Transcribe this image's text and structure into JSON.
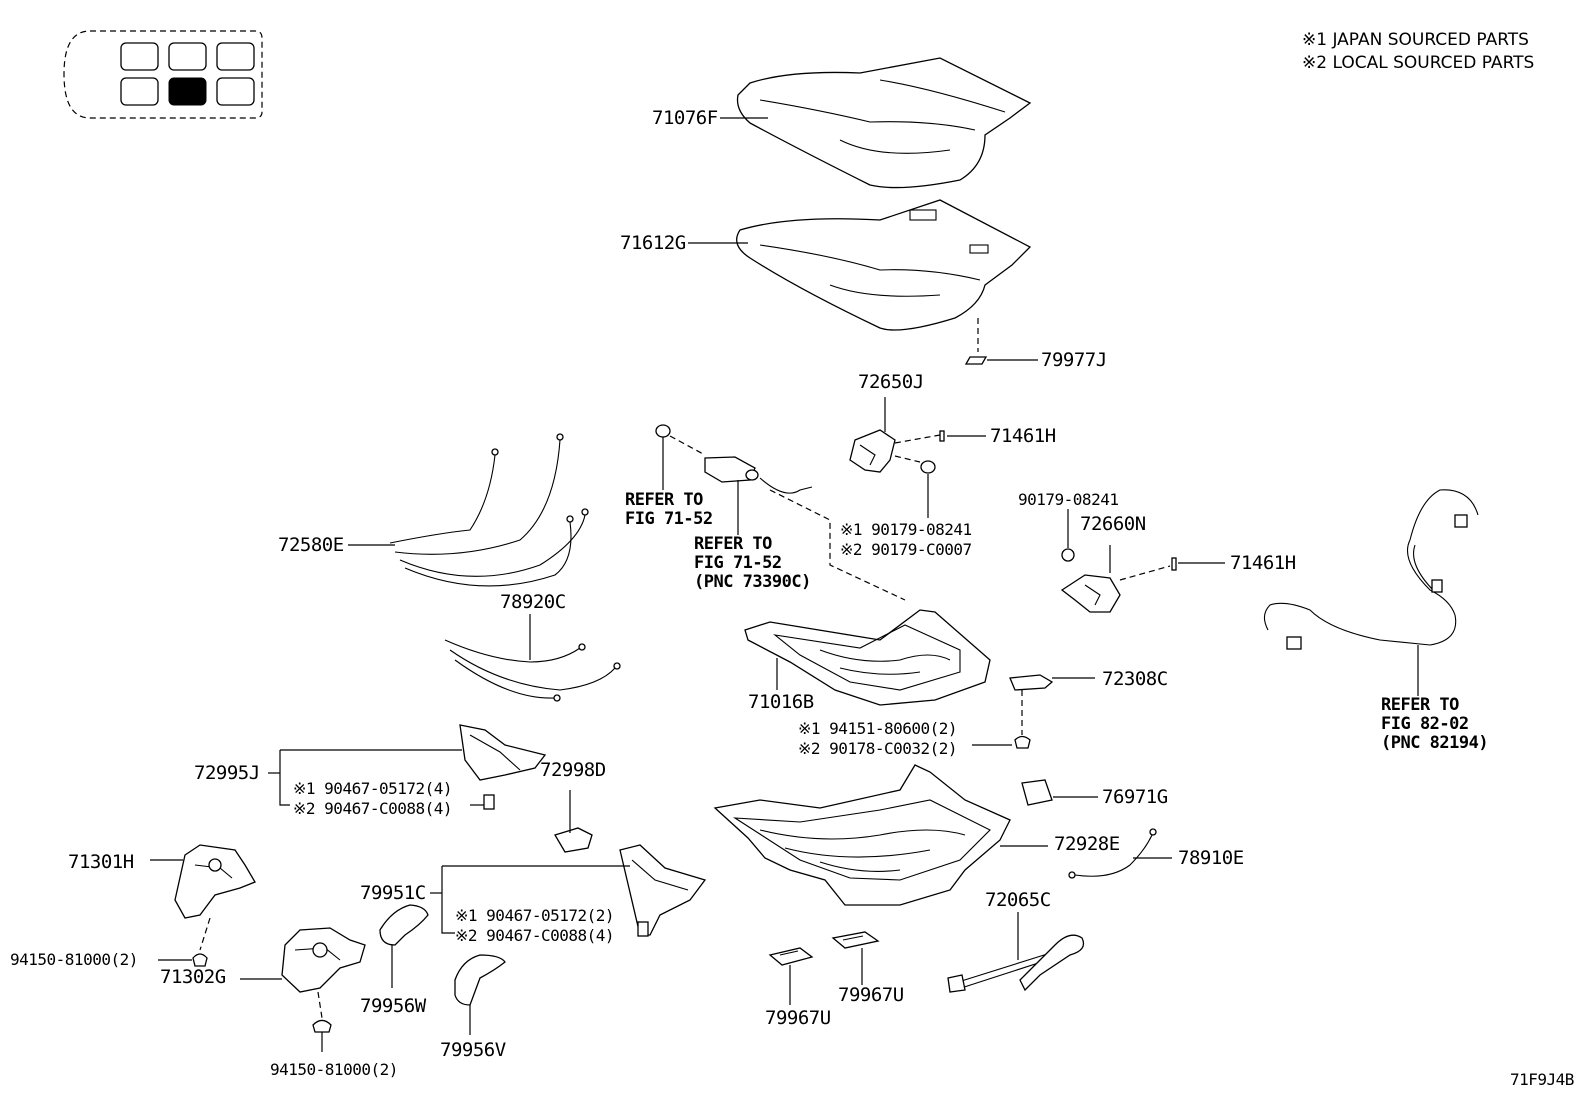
{
  "notes": {
    "line1": "※1 JAPAN SOURCED PARTS",
    "line2": "※2 LOCAL SOURCED PARTS"
  },
  "figure_code": "71F9J4B",
  "labels": {
    "p71076F": "71076F",
    "p71612G": "71612G",
    "p79977J": "79977J",
    "p72650J": "72650J",
    "p71461H_a": "71461H",
    "p71461H_b": "71461H",
    "p90179_08241": "90179-08241",
    "p72660N": "72660N",
    "p72580E": "72580E",
    "ref_fig_71_52_a": "REFER TO\nFIG 71-52",
    "ref_fig_71_52_b": "REFER TO\nFIG 71-52\n(PNC 73390C)",
    "bolt_pair_a": "※1 90179-08241\n※2 90179-C0007",
    "p78920C": "78920C",
    "p71016B": "71016B",
    "p72308C": "72308C",
    "ref_fig_82_02": "REFER TO\nFIG 82-02\n(PNC 82194)",
    "nut_pair": "※1 94151-80600(2)\n※2 90178-C0032(2)",
    "p72995J": "72995J",
    "clip_pair_a": "※1 90467-05172(4)\n※2 90467-C0088(4)",
    "p72998D": "72998D",
    "p76971G": "76971G",
    "p72928E": "72928E",
    "p78910E": "78910E",
    "p71301H": "71301H",
    "p94150_a": "94150-81000(2)",
    "p71302G": "71302G",
    "p94150_b": "94150-81000(2)",
    "p79951C": "79951C",
    "clip_pair_b": "※1 90467-05172(2)\n※2 90467-C0088(4)",
    "p79956W": "79956W",
    "p79956V": "79956V",
    "p72065C": "72065C",
    "p79967U_a": "79967U",
    "p79967U_b": "79967U"
  },
  "locator": {
    "seats": [
      "front-left",
      "front-center",
      "front-right",
      "rear-left",
      "rear-center",
      "rear-right"
    ],
    "highlighted": "rear-center"
  }
}
